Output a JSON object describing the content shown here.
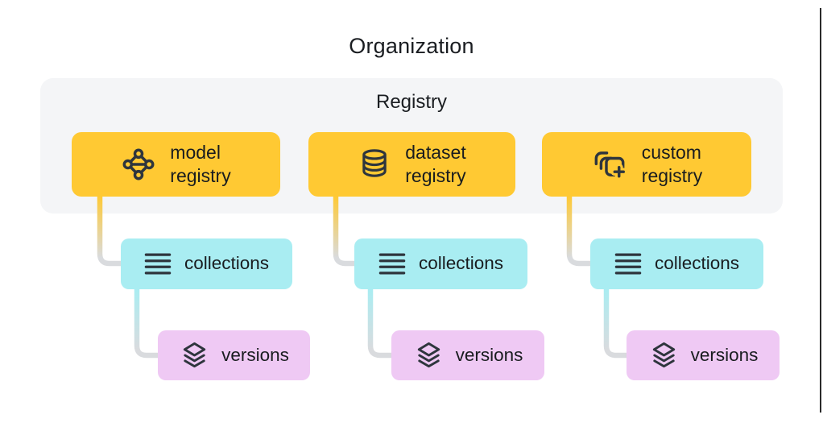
{
  "page": {
    "title": "Organization"
  },
  "registry_panel": {
    "label": "Registry"
  },
  "colors": {
    "gold": "#ffc933",
    "teal": "#a9edf2",
    "lavender": "#efc9f4",
    "panel_gray": "#f4f5f7",
    "connector_gray": "#d9dbde",
    "icon_dark": "#2e353d",
    "text_dark": "#191c1f"
  },
  "columns": [
    {
      "registry": {
        "line1": "model",
        "line2": "registry",
        "icon": "model-graph-icon"
      },
      "collections": {
        "label": "collections",
        "icon": "list-icon"
      },
      "versions": {
        "label": "versions",
        "icon": "layers-icon"
      }
    },
    {
      "registry": {
        "line1": "dataset",
        "line2": "registry",
        "icon": "database-icon"
      },
      "collections": {
        "label": "collections",
        "icon": "list-icon"
      },
      "versions": {
        "label": "versions",
        "icon": "layers-icon"
      }
    },
    {
      "registry": {
        "line1": "custom",
        "line2": "registry",
        "icon": "stack-plus-icon"
      },
      "collections": {
        "label": "collections",
        "icon": "list-icon"
      },
      "versions": {
        "label": "versions",
        "icon": "layers-icon"
      }
    }
  ]
}
